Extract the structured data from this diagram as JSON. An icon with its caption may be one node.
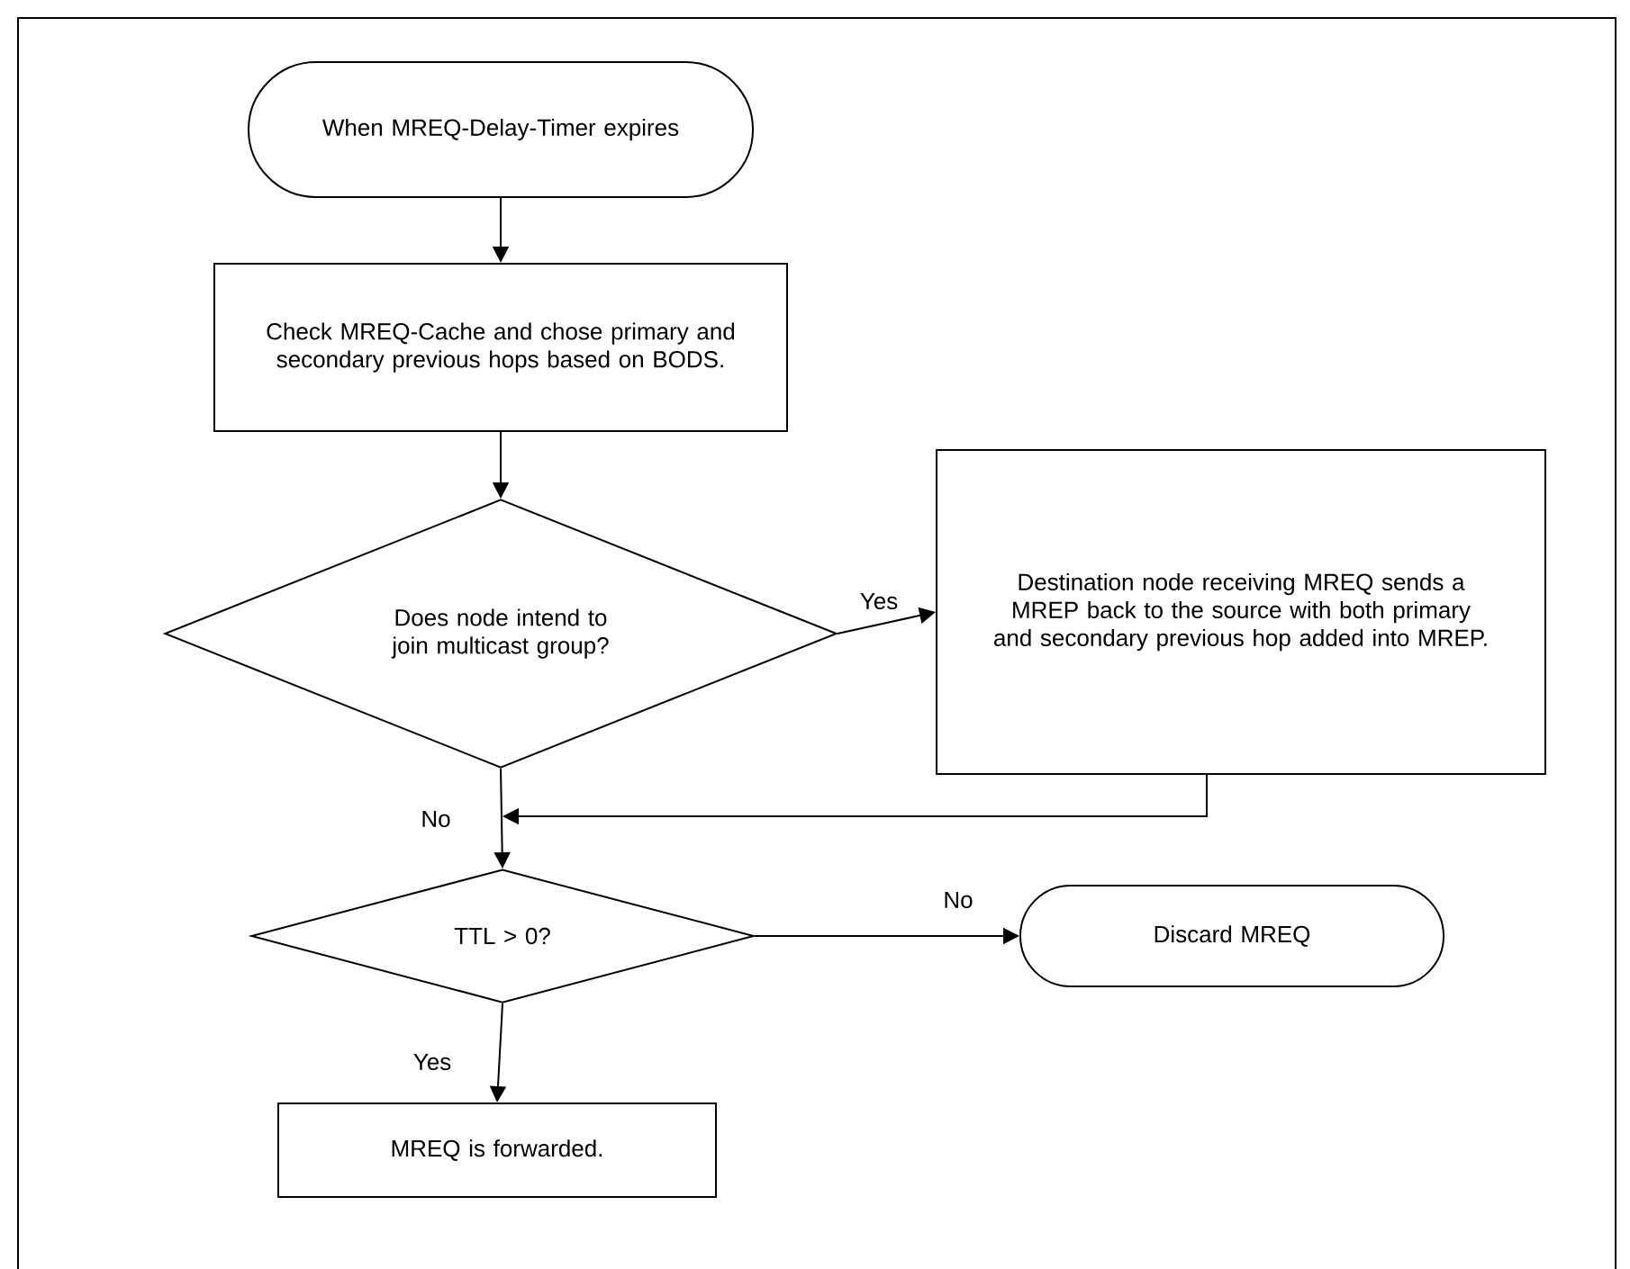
{
  "diagram": {
    "nodes": [
      {
        "text": [
          "When MREQ-Delay-Timer expires"
        ]
      },
      {
        "text": [
          "Check MREQ-Cache and chose primary and secondary previous hops based on BODS."
        ]
      },
      {
        "text": [
          "Does node intend to join multicast group?"
        ]
      },
      {
        "text": [
          "Destination node receiving MREQ sends a MREP back to the source with both primary and secondary previous hop added into MREP."
        ]
      },
      {
        "text": [
          "TTL > 0?"
        ]
      },
      {
        "text": [
          "Discard MREQ"
        ]
      },
      {
        "text": [
          "MREQ is forwarded."
        ]
      }
    ],
    "edges": [
      {
        "from": 0,
        "to": 1,
        "arrow": "to"
      },
      {
        "from": 1,
        "to": 2,
        "arrow": "to"
      },
      {
        "from": 2,
        "to": 3,
        "arrow": "to",
        "label": "Yes"
      },
      {
        "from": 2,
        "to": 4,
        "arrow": "to",
        "label": "No"
      },
      {
        "from": 3,
        "to": 4,
        "arrow": "to"
      },
      {
        "from": 4,
        "to": 5,
        "arrow": "to",
        "label": "No"
      },
      {
        "from": 4,
        "to": 6,
        "arrow": "to",
        "label": "Yes"
      }
    ]
  }
}
